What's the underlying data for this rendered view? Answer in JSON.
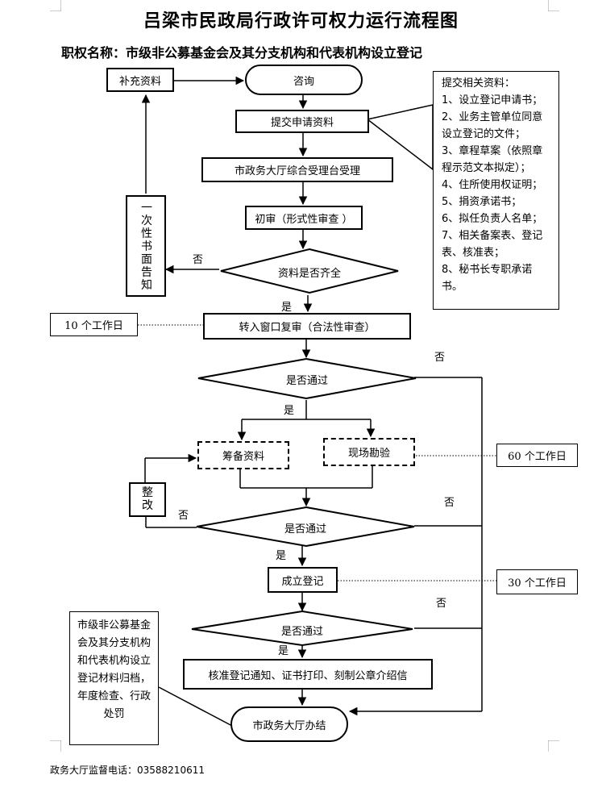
{
  "header": {
    "title": "吕梁市民政局行政许可权力运行流程图",
    "subtitle": "职权名称：市级非公募基金会及其分支机构和代表机构设立登记"
  },
  "nodes": {
    "supplement": "补充资料",
    "consult": "咨询",
    "submit": "提交申请资料",
    "hall_accept": "市政务大厅综合受理台受理",
    "first_review": "初审（形式性审查 ）",
    "materials_complete": "资料是否齐全",
    "one_time_notice": "一次性书面告知",
    "transfer_review": "转入窗口复审（合法性审查）",
    "pass1": "是否通过",
    "prepare": "筹备资料",
    "site_survey": "现场勘验",
    "rectify": "整改",
    "pass2": "是否通过",
    "establish": "成立登记",
    "pass3": "是否通过",
    "approve": "核准登记通知、证书打印、刻制公章介绍信",
    "finish": "市政务大厅办结"
  },
  "labels": {
    "yes": "是",
    "no": "否"
  },
  "durations": {
    "d10": "10 个工作日",
    "d60": "60 个工作日",
    "d30": "30 个工作日"
  },
  "materials": {
    "heading": "提交相关资料：",
    "items": [
      "1、设立登记申请书；",
      "2、业务主管单位同意设立登记的文件；",
      "3、章程草案（依照章程示范文本拟定）；",
      "4、住所使用权证明；",
      "5、捐资承诺书；",
      "6、拟任负责人名单；",
      "7、相关备案表、登记表、核准表；",
      "8、秘书长专职承诺书。"
    ]
  },
  "archive_note": "市级非公募基金会及其分支机构和代表机构设立登记材料归档，年度检查、行政处罚",
  "footer": "政务大厅监督电话：03588210611"
}
